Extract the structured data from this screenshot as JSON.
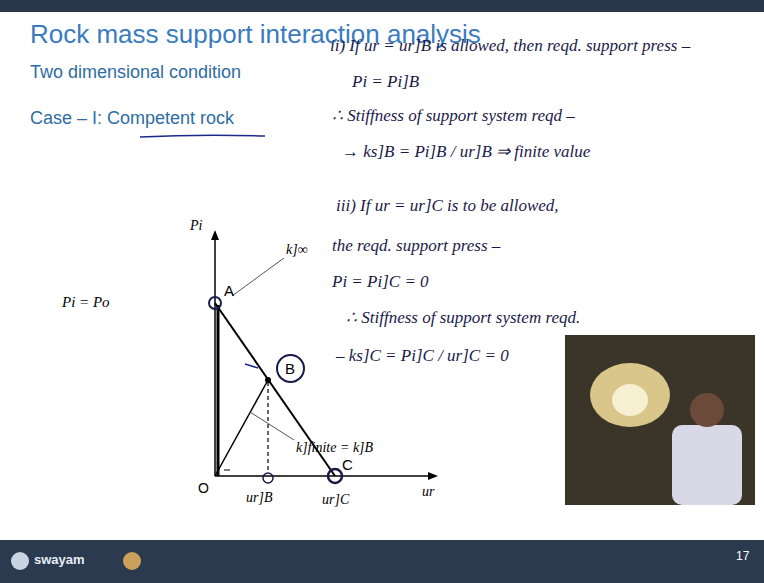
{
  "diagram": {
    "title": "Rock mass support interaction analysis",
    "nodes": [
      {
        "text": [
          "B"
        ]
      }
    ],
    "labels": [
      "Two dimensional condition",
      "Case – I: Competent rock",
      "Pi",
      "Pi = Po",
      "A",
      "k]∞",
      "k]finite = k]B",
      "O",
      "ur]B",
      "C",
      "ur]C",
      "ur",
      "ii) If ur = ur]B is allowed, then reqd. support press –",
      "Pi = Pi]B",
      "∴ Stiffness of support system reqd –",
      "→ ks]B = Pi]B / ur]B ⇒ finite value",
      "iii) If ur = ur]C is to be allowed,",
      "the reqd. support press –",
      "Pi = Pi]C = 0",
      "∴ Stiffness of support system reqd.",
      "– ks]C = Pi]C / ur]C = 0",
      "swayam",
      "17"
    ]
  }
}
